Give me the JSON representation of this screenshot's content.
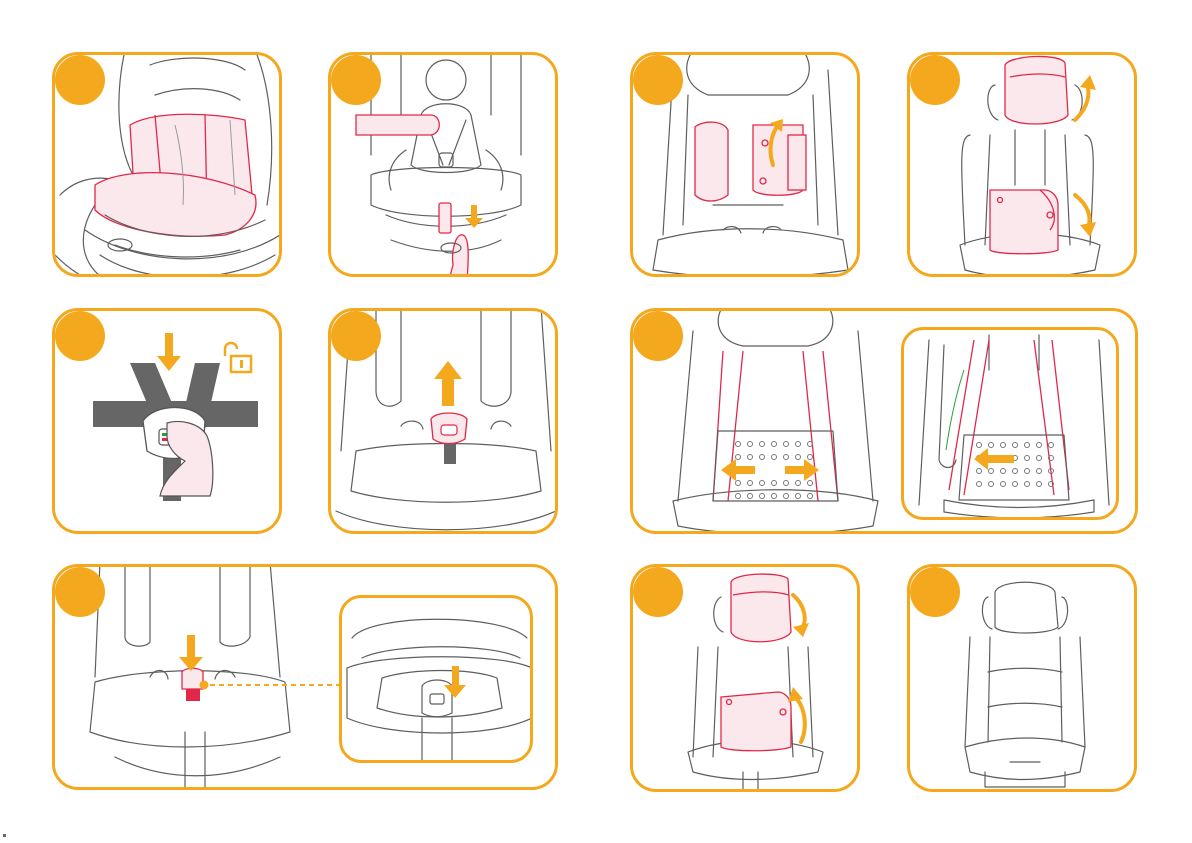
{
  "colors": {
    "accent": "#F4A81D",
    "highlight": "#E2284A",
    "line": "#5E5E5E",
    "strap": "#666666"
  },
  "steps": [
    {
      "id": "step-1",
      "content": "seat-cover-highlighted"
    },
    {
      "id": "step-2",
      "content": "hand-loosen-harness-pull-strap"
    },
    {
      "id": "step-3",
      "content": "buckle-unlock"
    },
    {
      "id": "step-4",
      "content": "buckle-slide-up"
    },
    {
      "id": "step-5",
      "content": "buckle-push-down-with-detail"
    },
    {
      "id": "step-6",
      "content": "remove-side-pads"
    },
    {
      "id": "step-7",
      "content": "remove-headrest-and-cushion"
    },
    {
      "id": "step-8",
      "content": "spread-cover-with-detail"
    },
    {
      "id": "step-9",
      "content": "refit-headrest-and-cushion"
    },
    {
      "id": "step-10",
      "content": "assembled-seat"
    }
  ],
  "icons": [
    "down-arrow-icon",
    "up-arrow-icon",
    "curved-arrow-icon",
    "unlock-icon",
    "double-arrow-icon",
    "left-arrow-icon"
  ]
}
